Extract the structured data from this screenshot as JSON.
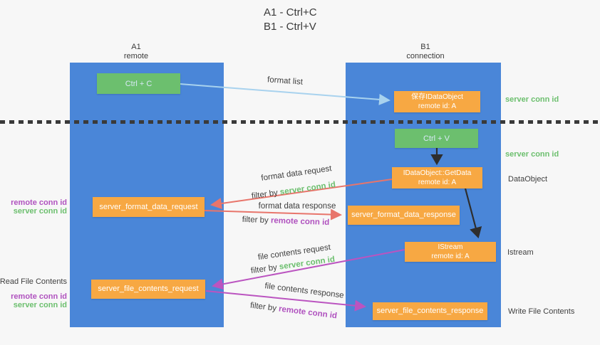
{
  "title": {
    "line1": "A1 - Ctrl+C",
    "line2": "B1 - Ctrl+V"
  },
  "lanes": {
    "a": {
      "name": "A1",
      "sub": "remote"
    },
    "b": {
      "name": "B1",
      "sub": "connection"
    }
  },
  "nodes": {
    "ctrl_c": "Ctrl + C",
    "ctrl_v": "Ctrl + V",
    "save_dataobject": {
      "line1": "保存IDataObject",
      "line2": "remote id: A"
    },
    "getdata": {
      "line1": "IDataObject::GetData",
      "line2": "remote id: A"
    },
    "istream": {
      "line1": "IStream",
      "line2": "remote id: A"
    },
    "format_request": "server_format_data_request",
    "format_response": "server_format_data_response",
    "file_request": "server_file_contents_request",
    "file_response": "server_file_contents_response"
  },
  "arrow_labels": {
    "format_list": "format list",
    "format_data_request": "format data request",
    "format_data_response": "format data response",
    "file_contents_request": "file contents request",
    "file_contents_response": "file contents response",
    "filter_by": "filter by ",
    "server_conn_id": "server conn id",
    "remote_conn_id": "remote conn id"
  },
  "side_labels": {
    "server_conn_id_top": "server conn id",
    "server_conn_id_mid": "server conn id",
    "dataobject": "DataObject",
    "istream": "Istream",
    "write_file_contents": "Write File Contents",
    "read_file_contents": "Read File Contents",
    "remote_conn_id": "remote conn id",
    "server_conn_id": "server conn id"
  },
  "colors": {
    "lane_blue": "#4a86d8",
    "node_green": "#6cbf6e",
    "node_orange": "#f7a843",
    "arrow_red": "#e8756b",
    "arrow_purple": "#bb54c0",
    "arrow_light_blue": "#a8d2ee",
    "arrow_black": "#2e2e2e",
    "text_green": "#6cbf6e",
    "text_purple": "#b052bf",
    "text_dark": "#3a3a3a",
    "background": "#f7f7f7"
  }
}
